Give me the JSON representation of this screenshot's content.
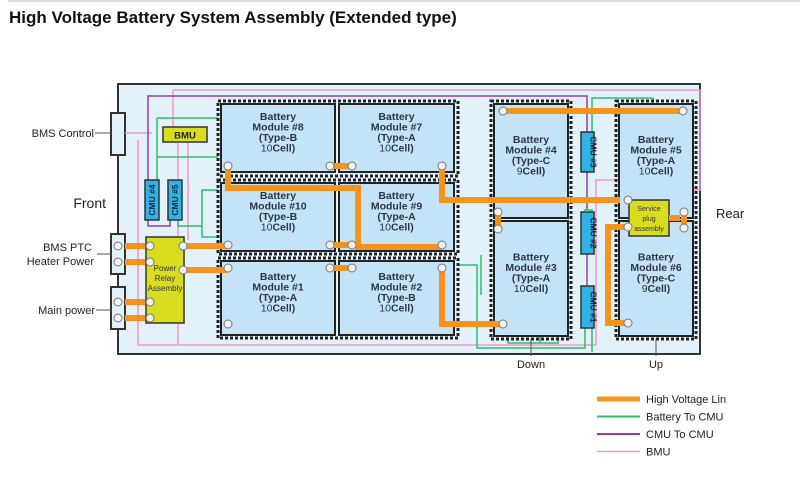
{
  "page": {
    "title": "High Voltage Battery System Assembly (Extended type)"
  },
  "labels": {
    "bms_control": "BMS Control",
    "front": "Front",
    "rear": "Rear",
    "bms_ptc_line1": "BMS PTC",
    "bms_ptc_line2": "Heater Power",
    "main_power": "Main power",
    "down": "Down",
    "up": "Up"
  },
  "components": {
    "bmu": "BMU",
    "power_relay": [
      "Power",
      "Relay",
      "Assembly"
    ],
    "service_plug": [
      "Service",
      "plug",
      "assembly"
    ],
    "cmus": [
      "CMU #1",
      "CMU #2",
      "CMU #3",
      "CMU #4",
      "CMU #5"
    ]
  },
  "modules": [
    {
      "id": "8",
      "line1": "Battery",
      "line2": "Module #8",
      "line3": "(Type-B",
      "count": "10",
      "unit": "Cell)"
    },
    {
      "id": "7",
      "line1": "Battery",
      "line2": "Module #7",
      "line3": "(Type-A",
      "count": "10",
      "unit": "Cell)"
    },
    {
      "id": "10",
      "line1": "Battery",
      "line2": "Module #10",
      "line3": "(Type-B",
      "count": "10",
      "unit": "Cell)"
    },
    {
      "id": "9",
      "line1": "Battery",
      "line2": "Module #9",
      "line3": "(Type-A",
      "count": "10",
      "unit": "Cell)"
    },
    {
      "id": "1",
      "line1": "Battery",
      "line2": "Module #1",
      "line3": "(Type-A",
      "count": "10",
      "unit": "Cell)"
    },
    {
      "id": "2",
      "line1": "Battery",
      "line2": "Module #2",
      "line3": "(Type-B",
      "count": "10",
      "unit": "Cell)"
    },
    {
      "id": "4",
      "line1": "Battery",
      "line2": "Module #4",
      "line3": "(Type-C",
      "count": "9",
      "unit": "Cell)"
    },
    {
      "id": "3",
      "line1": "Battery",
      "line2": "Module #3",
      "line3": "(Type-A",
      "count": "10",
      "unit": "Cell)"
    },
    {
      "id": "5",
      "line1": "Battery",
      "line2": "Module #5",
      "line3": "(Type-A",
      "count": "10",
      "unit": "Cell)"
    },
    {
      "id": "6",
      "line1": "Battery",
      "line2": "Module #6",
      "line3": "(Type-C",
      "count": "9",
      "unit": "Cell)"
    }
  ],
  "legend": [
    {
      "label": "High Voltage Lin",
      "color": "#f7941d",
      "kind": "high-voltage"
    },
    {
      "label": "Battery To CMU",
      "color": "#2ebd6b",
      "kind": "battery-to-cmu"
    },
    {
      "label": "CMU To CMU",
      "color": "#8e3fa3",
      "kind": "cmu-to-cmu"
    },
    {
      "label": "BMU",
      "color": "#f29ac5",
      "kind": "bmu"
    }
  ],
  "colors": {
    "housing_fill": "#e3f1fb",
    "module_fill": "#c5e3f6",
    "cmu_fill": "#2fb3e6",
    "yellow_fill": "#d9dd1f",
    "hv": "#f7941d",
    "green": "#2ebd6b",
    "purple": "#8e3fa3",
    "pink": "#f29ac5"
  }
}
